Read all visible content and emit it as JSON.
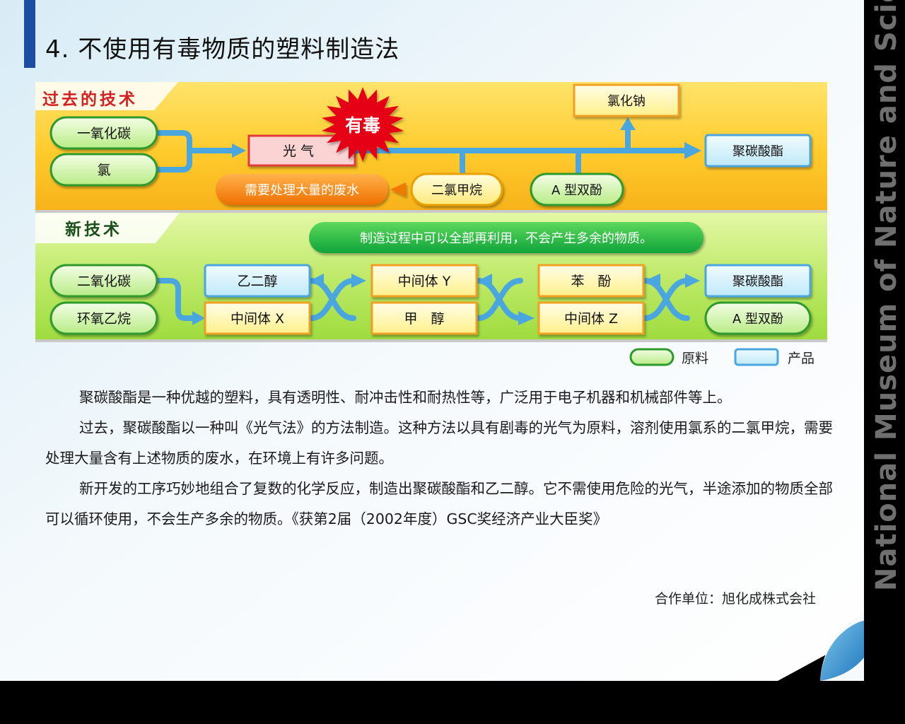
{
  "title": "4. 不使用有毒物质的塑料制造法",
  "side_banner": "National Museum of Nature and Science",
  "old_tech": {
    "label": "过去的技术",
    "inputs": [
      "一氧化碳",
      "氯"
    ],
    "phosgene": "光 气",
    "toxic_badge": "有毒",
    "byproduct": "氯化钠",
    "product": "聚碳酸酯",
    "wastewater_note": "需要处理大量的废水",
    "solvent": "二氯甲烷",
    "bisphenol": "A 型双酚"
  },
  "new_tech": {
    "label": "新技术",
    "note": "制造过程中可以全部再利用，不会产生多余的物质。",
    "inputs": [
      "二氧化碳",
      "环氧乙烷"
    ],
    "ethylene_glycol": "乙二醇",
    "intermediate_x": "中间体 X",
    "intermediate_y": "中间体 Y",
    "methanol": "甲　醇",
    "phenol": "苯　酚",
    "intermediate_z": "中间体 Z",
    "product": "聚碳酸酯",
    "bisphenol": "A 型双酚"
  },
  "legend": {
    "raw_material": "原料",
    "product": "产品"
  },
  "paragraphs": [
    "聚碳酸酯是一种优越的塑料，具有透明性、耐冲击性和耐热性等，广泛用于电子机器和机械部件等上。",
    "过去，聚碳酸酯以一种叫《光气法》的方法制造。这种方法以具有剧毒的光气为原料，溶剂使用氯系的二氯甲烷，需要处理大量含有上述物质的废水，在环境上有许多问题。",
    "新开发的工序巧妙地组合了复数的化学反应，制造出聚碳酸酯和乙二醇。它不需使用危险的光气，半途添加的物质全部可以循环使用，不会生产多余的物质。《获第2届（2002年度）GSC奖经济产业大臣奖》"
  ],
  "credit": "合作单位：旭化成株式会社",
  "colors": {
    "raw_material_fill": "#d6f5b0",
    "product_fill": "#d8f3fb",
    "intermediate_fill": "#fff7a8",
    "intermediate_border": "#f0a020",
    "arrow": "#49a6df",
    "toxic": "#e60012",
    "title_bar": "#1b4ea3"
  }
}
